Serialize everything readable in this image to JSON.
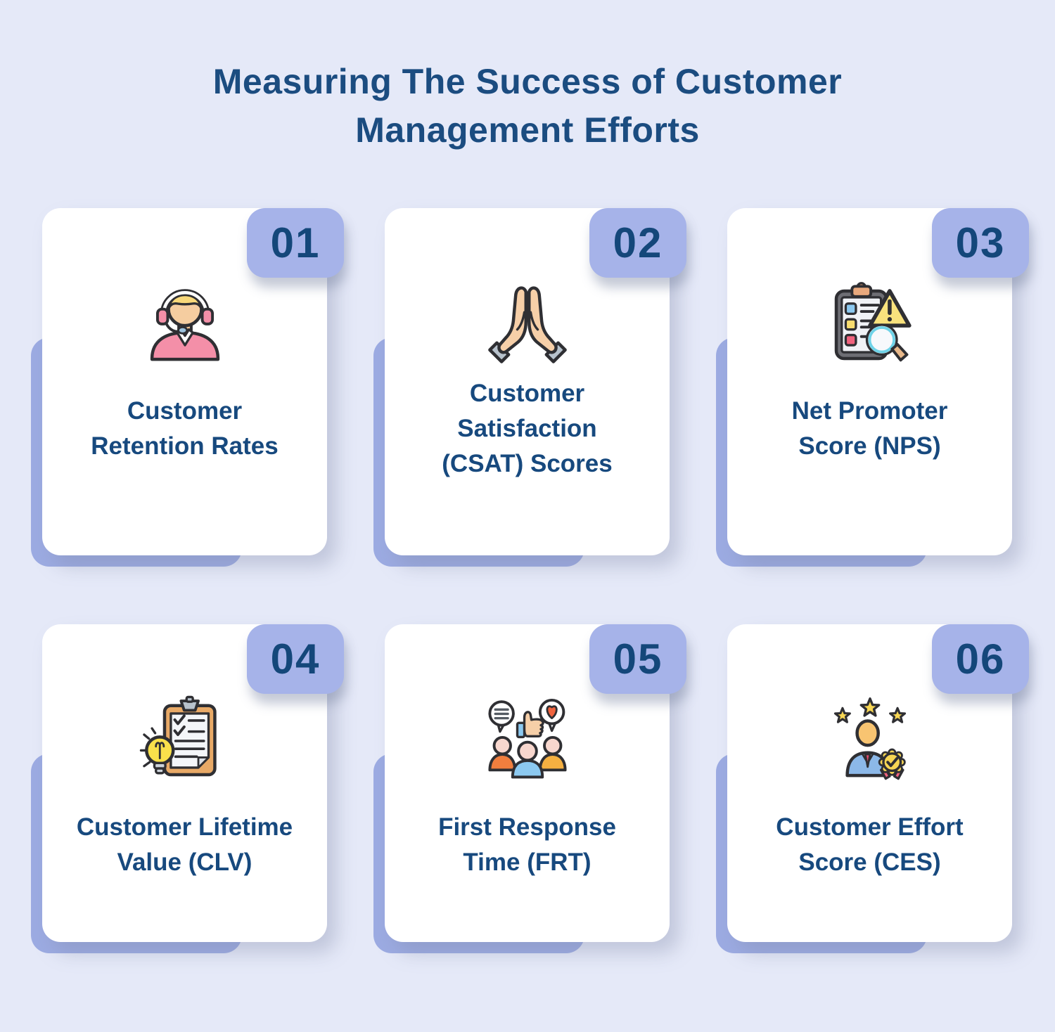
{
  "theme": {
    "background": "#E5E9F8",
    "card_background": "#FFFFFF",
    "accent_periwinkle": "#A6B3E9",
    "back_panel": "#9CABE2",
    "navy_text": "#17497E",
    "title_navy": "#1B4C80"
  },
  "header": {
    "title": "Measuring The Success of Customer Management Efforts"
  },
  "cards": [
    {
      "number": "01",
      "label": "Customer\nRetention Rates",
      "icon": "headset-agent-icon"
    },
    {
      "number": "02",
      "label": "Customer\nSatisfaction\n(CSAT) Scores",
      "icon": "praying-hands-icon"
    },
    {
      "number": "03",
      "label": "Net Promoter\nScore (NPS)",
      "icon": "clipboard-warning-magnifier-icon"
    },
    {
      "number": "04",
      "label": "Customer Lifetime\nValue (CLV)",
      "icon": "clipboard-lightbulb-icon"
    },
    {
      "number": "05",
      "label": "First Response\nTime (FRT)",
      "icon": "people-feedback-icon"
    },
    {
      "number": "06",
      "label": "Customer Effort\nScore (CES)",
      "icon": "person-stars-badge-icon"
    }
  ]
}
